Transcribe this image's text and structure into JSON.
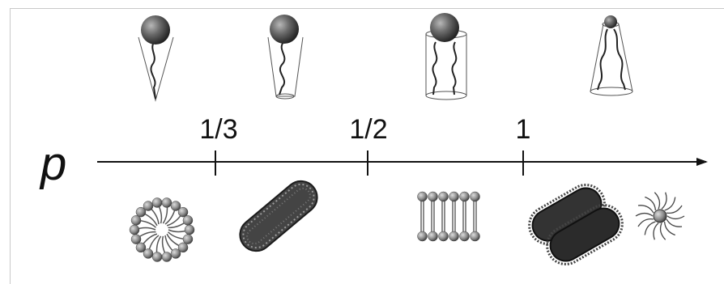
{
  "axis": {
    "variable_label": "p",
    "ticks": [
      {
        "label": "1/3",
        "value": 0.3333
      },
      {
        "label": "1/2",
        "value": 0.5
      },
      {
        "label": "1",
        "value": 1
      }
    ]
  },
  "molecule_shapes": [
    {
      "name": "cone"
    },
    {
      "name": "truncated-cone"
    },
    {
      "name": "cylinder"
    },
    {
      "name": "inverted-truncated-cone"
    }
  ],
  "aggregate_structures": [
    {
      "name": "spherical-micelle"
    },
    {
      "name": "cylindrical-micelle"
    },
    {
      "name": "bilayer"
    },
    {
      "name": "inverted-cylindrical-micelles"
    },
    {
      "name": "inverted-micelle"
    }
  ]
}
